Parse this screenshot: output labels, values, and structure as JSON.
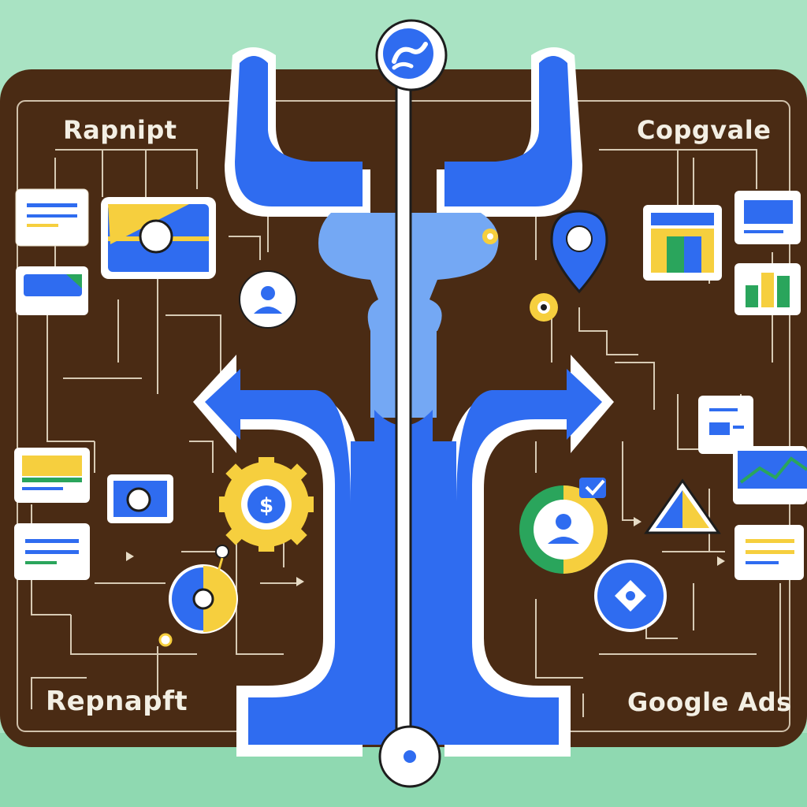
{
  "labels": {
    "top_left": "Rapnipt",
    "top_right": "Copgvale",
    "bottom_left": "Repnapft",
    "bottom_right": "Google Ads"
  },
  "icons": {
    "top_center": "swirl-logo-icon",
    "bottom_center": "target-circle-icon",
    "user_top": "user-avatar-icon",
    "user_gear": "user-gear-icon",
    "dollar_gear": "dollar-gear-icon",
    "location": "map-pin-icon",
    "triangle": "google-ads-triangle-icon",
    "eye_badge": "eye-badge-icon",
    "diamond_badge": "diamond-badge-icon",
    "checkmark": "check-icon"
  },
  "colors": {
    "brand_blue": "#2f6cf0",
    "light_blue": "#74a8f4",
    "yellow": "#f6cf3e",
    "green": "#2aa55c",
    "board_brown": "#4a2b14",
    "mint_bg": "#a9e3c3"
  }
}
